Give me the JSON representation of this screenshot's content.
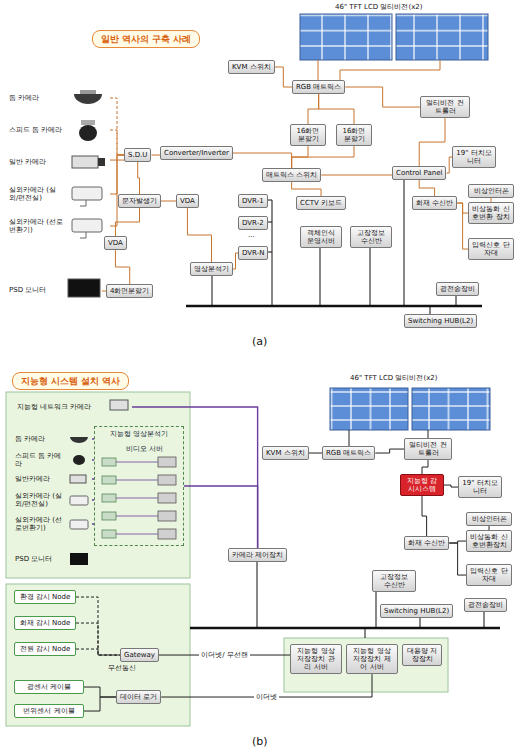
{
  "diagram": {
    "nodes": [
      {
        "text": [
          "일반 역사의 구축 사례"
        ]
      },
      {
        "text": [
          "돔 카메라"
        ]
      },
      {
        "text": [
          "스피드 돔 카메라"
        ]
      },
      {
        "text": [
          "일반 카메라"
        ]
      },
      {
        "text": [
          "실외카메라 (실외/편전실)"
        ]
      },
      {
        "text": [
          "실외카메라 (선로변환기)"
        ]
      },
      {
        "text": [
          "S.D.U"
        ]
      },
      {
        "text": [
          "Converter/Inverter"
        ]
      },
      {
        "text": [
          "문자발생기"
        ]
      },
      {
        "text": [
          "VDA"
        ]
      },
      {
        "text": [
          "VDA"
        ]
      },
      {
        "text": [
          "영상분석기"
        ]
      },
      {
        "text": [
          "4화면분할기"
        ]
      },
      {
        "text": [
          "PSD 모니터"
        ]
      },
      {
        "text": [
          "KVM 스위치"
        ]
      },
      {
        "text": [
          "RGB 매트릭스"
        ]
      },
      {
        "text": [
          "16화면 분할기"
        ]
      },
      {
        "text": [
          "16화면 분할기"
        ]
      },
      {
        "text": [
          "멀티비전 컨트롤러"
        ]
      },
      {
        "text": [
          "19\" 터치모니터"
        ]
      },
      {
        "text": [
          "매트릭스 스위치"
        ]
      },
      {
        "text": [
          "Control Panel"
        ]
      },
      {
        "text": [
          "CCTV 키보드"
        ]
      },
      {
        "text": [
          "DVR-1"
        ]
      },
      {
        "text": [
          "DVR-2"
        ]
      },
      {
        "text": [
          "DVR-N"
        ]
      },
      {
        "text": [
          "객체인식 운영서버"
        ]
      },
      {
        "text": [
          "고장정보 수신반"
        ]
      },
      {
        "text": [
          "화재 수신반"
        ]
      },
      {
        "text": [
          "비상인터폰"
        ]
      },
      {
        "text": [
          "비상통화 신호변환 장치"
        ]
      },
      {
        "text": [
          "입력신호 단자대"
        ]
      },
      {
        "text": [
          "광전송장비"
        ]
      },
      {
        "text": [
          "Switching HUB(L2)"
        ]
      },
      {
        "text": [
          "지능형 시스템 설치 역사"
        ]
      },
      {
        "text": [
          "지능형 네트워크 카메라"
        ]
      },
      {
        "text": [
          "지능형 영상분석기"
        ]
      },
      {
        "text": [
          "비디오 서버"
        ],
        "in": 36
      },
      {
        "text": [
          "돔 카메라"
        ]
      },
      {
        "text": [
          "스피드 돔 카메라"
        ]
      },
      {
        "text": [
          "일반카메라"
        ]
      },
      {
        "text": [
          "실외카메라 (실외/편전실)"
        ]
      },
      {
        "text": [
          "실외카메라 (선로변환기)"
        ]
      },
      {
        "text": [
          "PSD 모니터"
        ]
      },
      {
        "text": [
          "카메라 제어장치"
        ]
      },
      {
        "text": [
          "KVM 스위치"
        ]
      },
      {
        "text": [
          "RGB 매트릭스"
        ]
      },
      {
        "text": [
          "멀티비전 컨트롤러"
        ]
      },
      {
        "text": [
          "지능형 감시시스템"
        ]
      },
      {
        "text": [
          "19\" 터치모니터"
        ]
      },
      {
        "text": [
          "화재 수신반"
        ]
      },
      {
        "text": [
          "비상인터폰"
        ]
      },
      {
        "text": [
          "비상통화 신호변환장치"
        ]
      },
      {
        "text": [
          "입력신호 단자대"
        ]
      },
      {
        "text": [
          "고장정보 수신반"
        ]
      },
      {
        "text": [
          "Switching HUB(L2)"
        ]
      },
      {
        "text": [
          "광전송장비"
        ]
      },
      {
        "text": [
          "지능형 영상저장장치 관리 서버"
        ]
      },
      {
        "text": [
          "지능형 영상저장장치 제어 서버"
        ]
      },
      {
        "text": [
          "대용량 저장장치"
        ]
      },
      {
        "text": [
          "환경 감시 Node"
        ]
      },
      {
        "text": [
          "화재 감시 Node"
        ]
      },
      {
        "text": [
          "전원 감시 Node"
        ]
      },
      {
        "text": [
          "Gateway"
        ]
      },
      {
        "text": [
          "광센서 케이블"
        ]
      },
      {
        "text": [
          "변위센서 케이블"
        ]
      },
      {
        "text": [
          "데이터 로거"
        ]
      }
    ],
    "edges": [
      {
        "from": 1,
        "to": 6,
        "arrow": "none"
      },
      {
        "from": 2,
        "to": 6,
        "arrow": "none"
      },
      {
        "from": 3,
        "to": 6,
        "arrow": "none"
      },
      {
        "from": 4,
        "to": 6,
        "arrow": "none"
      },
      {
        "from": 5,
        "to": 6,
        "arrow": "none"
      },
      {
        "from": 6,
        "to": 7,
        "arrow": "none"
      },
      {
        "from": 7,
        "to": 20,
        "arrow": "none"
      },
      {
        "from": 6,
        "to": 8,
        "arrow": "none"
      },
      {
        "from": 8,
        "to": 9,
        "arrow": "none"
      },
      {
        "from": 8,
        "to": 10,
        "arrow": "none"
      },
      {
        "from": 10,
        "to": 12,
        "arrow": "none"
      },
      {
        "from": 12,
        "to": 13,
        "arrow": "none"
      },
      {
        "from": 9,
        "to": 11,
        "arrow": "none"
      },
      {
        "from": 11,
        "to": 25,
        "arrow": "none"
      },
      {
        "from": 20,
        "to": 16,
        "arrow": "none"
      },
      {
        "from": 20,
        "to": 17,
        "arrow": "none"
      },
      {
        "from": 16,
        "to": 15,
        "arrow": "none"
      },
      {
        "from": 17,
        "to": 15,
        "arrow": "none"
      },
      {
        "from": 14,
        "to": 15,
        "arrow": "none"
      },
      {
        "from": 15,
        "to": 18,
        "arrow": "none"
      },
      {
        "from": 18,
        "to": 21,
        "arrow": "none"
      },
      {
        "from": 21,
        "to": 19,
        "arrow": "none"
      },
      {
        "from": 20,
        "to": 22,
        "arrow": "none"
      },
      {
        "from": 20,
        "to": 21,
        "arrow": "none"
      },
      {
        "from": 28,
        "to": 21,
        "arrow": "none"
      },
      {
        "from": 29,
        "to": 30,
        "arrow": "none"
      },
      {
        "from": 30,
        "to": 28,
        "arrow": "none"
      },
      {
        "from": 31,
        "to": 28,
        "arrow": "none"
      },
      {
        "from": 38,
        "to": 36,
        "arrow": "none"
      },
      {
        "from": 39,
        "to": 36,
        "arrow": "none"
      },
      {
        "from": 40,
        "to": 36,
        "arrow": "none"
      },
      {
        "from": 41,
        "to": 36,
        "arrow": "none"
      },
      {
        "from": 42,
        "to": 36,
        "arrow": "none"
      },
      {
        "from": 35,
        "to": 44,
        "arrow": "none"
      },
      {
        "from": 36,
        "to": 44,
        "arrow": "none"
      },
      {
        "from": 45,
        "to": 46,
        "arrow": "none"
      },
      {
        "from": 46,
        "to": 47,
        "arrow": "none"
      },
      {
        "from": 47,
        "to": 48,
        "arrow": "none"
      },
      {
        "from": 48,
        "to": 49,
        "arrow": "none"
      },
      {
        "from": 50,
        "to": 48,
        "arrow": "none"
      },
      {
        "from": 51,
        "to": 52,
        "arrow": "none"
      },
      {
        "from": 52,
        "to": 50,
        "arrow": "none"
      },
      {
        "from": 53,
        "to": 50,
        "arrow": "none"
      },
      {
        "from": 60,
        "to": 63,
        "arrow": "none"
      },
      {
        "from": 61,
        "to": 63,
        "arrow": "none"
      },
      {
        "from": 62,
        "to": 63,
        "arrow": "none"
      },
      {
        "from": 63,
        "to": 57,
        "label": "이더넷/ 무선랜",
        "arrow": "none"
      },
      {
        "from": 66,
        "to": 58,
        "label": "이더넷",
        "arrow": "none"
      },
      {
        "from": 64,
        "to": 66,
        "arrow": "none"
      },
      {
        "from": 65,
        "to": 66,
        "arrow": "none"
      }
    ],
    "labels": [
      "46\" TFT LCD 멀티비전(x2)",
      "...",
      "(a)",
      "46\" TFT LCD 멀티비전(x2)",
      "무선통신",
      "(b)"
    ]
  }
}
